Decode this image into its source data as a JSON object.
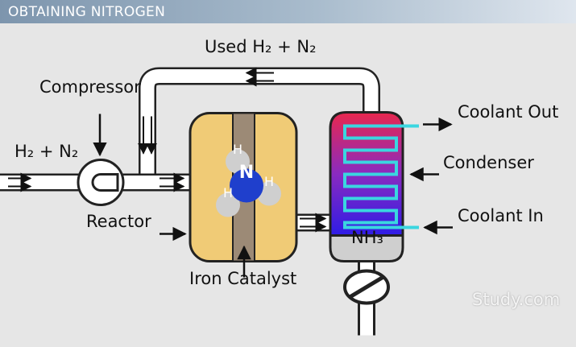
{
  "header": {
    "title": "OBTAINING NITROGEN"
  },
  "labels": {
    "recycle": "Used H₂ + N₂",
    "compressor": "Compressor",
    "feed": "H₂ + N₂",
    "reactor": "Reactor",
    "catalyst": "Iron Catalyst",
    "coolant_out": "Coolant Out",
    "condenser": "Condenser",
    "coolant_in": "Coolant In",
    "product": "NH₃"
  },
  "molecule": {
    "center": "N",
    "hydrogens": [
      "H",
      "H",
      "H"
    ]
  },
  "watermark": "Study.com",
  "colors": {
    "reactor": "#f0cb76",
    "catalyst": "#9c8a76",
    "nitrogen_atom": "#1f3fcc",
    "hydrogen_atom": "#cfcfcf",
    "condenser_top": "#e8284e",
    "condenser_bottom": "#2e1ce6",
    "coolant_coil": "#3ad6e0",
    "pipe_fill": "#ffffff"
  }
}
